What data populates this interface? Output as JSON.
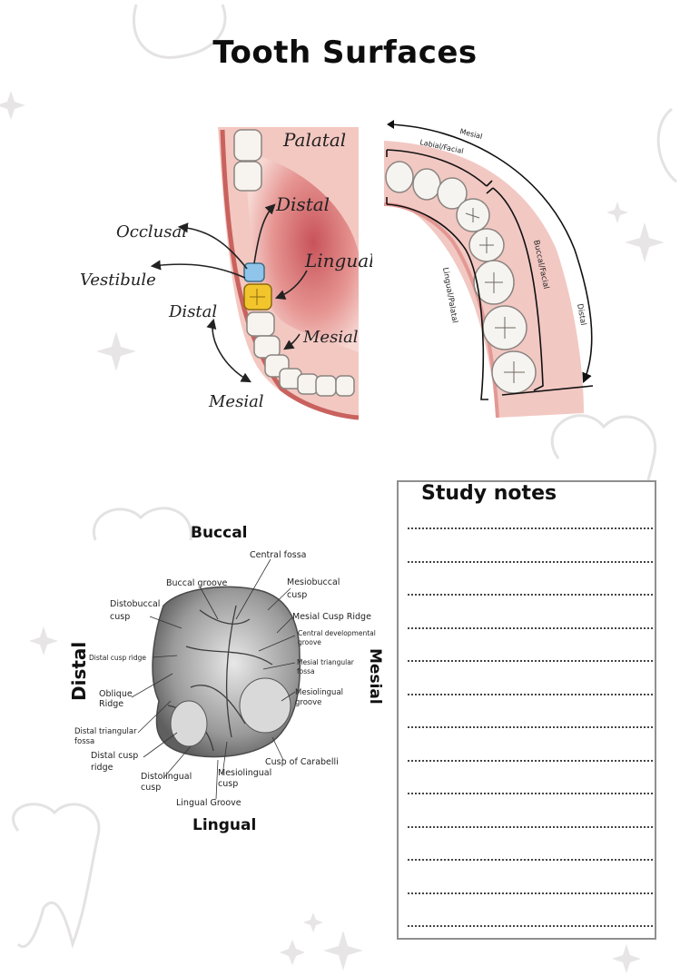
{
  "title": "Tooth Surfaces",
  "mouth_diagram": {
    "labels": {
      "palatal": "Palatal",
      "distal_top": "Distal",
      "occlusal": "Occlusal",
      "vestibule": "Vestibule",
      "lingual": "Lingual",
      "distal_left": "Distal",
      "mesial_right": "Mesial",
      "mesial_bottom": "Mesial"
    },
    "colors": {
      "occlusal_highlight": "#8fc5ea",
      "vestibular_highlight": "#f3c52c",
      "gum": "#e9a39b"
    }
  },
  "arch_diagram": {
    "labels": {
      "mesial": "Mesial",
      "labial_facial": "Labial/Facial",
      "buccal_facial": "Buccal/Facial",
      "distal": "Distal",
      "lingual_palatal": "Lingual/Palatal"
    }
  },
  "molar_diagram": {
    "directions": {
      "buccal": "Buccal",
      "distal": "Distal",
      "mesial": "Mesial",
      "lingual": "Lingual"
    },
    "labels": {
      "central_fossa": "Central fossa",
      "buccal_groove": "Buccal groove",
      "mesiobuccal_cusp_1": "Mesiobuccal",
      "mesiobuccal_cusp_2": "cusp",
      "distobuccal_cusp_1": "Distobuccal",
      "distobuccal_cusp_2": "cusp",
      "mesial_cusp_ridge": "Mesial Cusp Ridge",
      "central_dev_groove_1": "Central developmental",
      "central_dev_groove_2": "groove",
      "distal_cusp_ridge": "Distal cusp ridge",
      "mesial_tri_fossa_1": "Mesial triangular",
      "mesial_tri_fossa_2": "fossa",
      "oblique_ridge_1": "Oblique",
      "oblique_ridge_2": "Ridge",
      "mesiolingual_groove_1": "Mesiolingual",
      "mesiolingual_groove_2": "groove",
      "distal_tri_fossa_1": "Distal triangular",
      "distal_tri_fossa_2": "fossa",
      "distal_cusp_ridge2_1": "Distal cusp",
      "distal_cusp_ridge2_2": "ridge",
      "cusp_carabelli": "Cusp of Carabelli",
      "distolingual_cusp_1": "Distolingual",
      "distolingual_cusp_2": "cusp",
      "mesiolingual_cusp_1": "Mesiolingual",
      "mesiolingual_cusp_2": "cusp",
      "lingual_groove": "Lingual Groove"
    }
  },
  "study_notes": {
    "title": "Study notes",
    "line_count": 13
  }
}
